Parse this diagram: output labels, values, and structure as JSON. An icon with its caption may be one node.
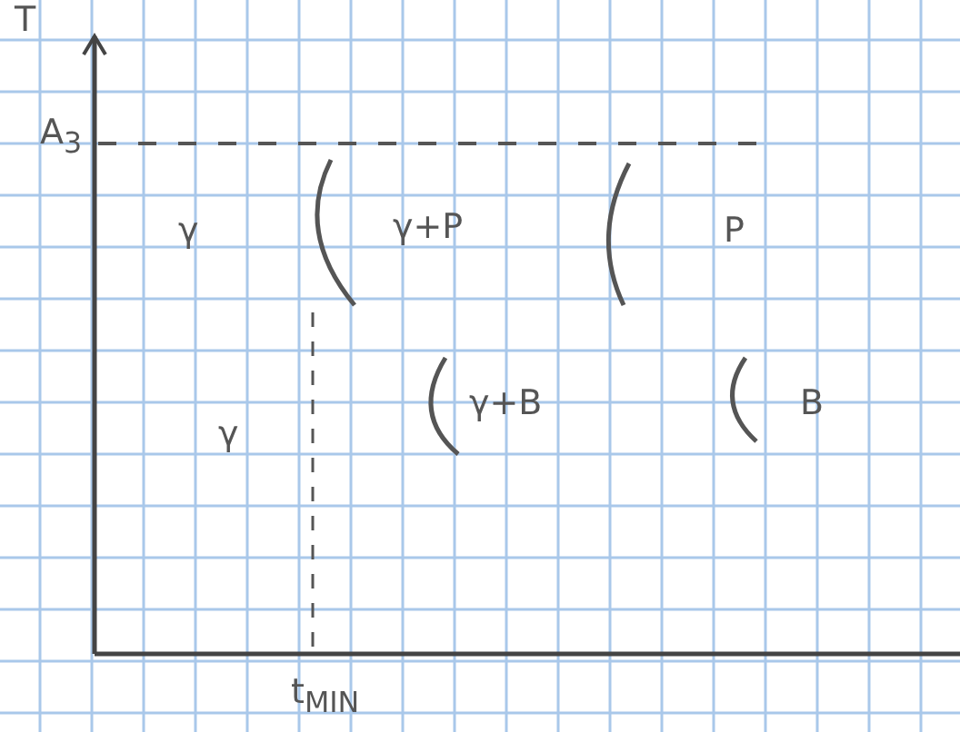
{
  "diagram": {
    "labels": [
      "T",
      "A$_{3}$",
      "γ",
      "γ+P",
      "P",
      "γ",
      "γ+B",
      "B",
      "t$_{MIN}$"
    ]
  }
}
